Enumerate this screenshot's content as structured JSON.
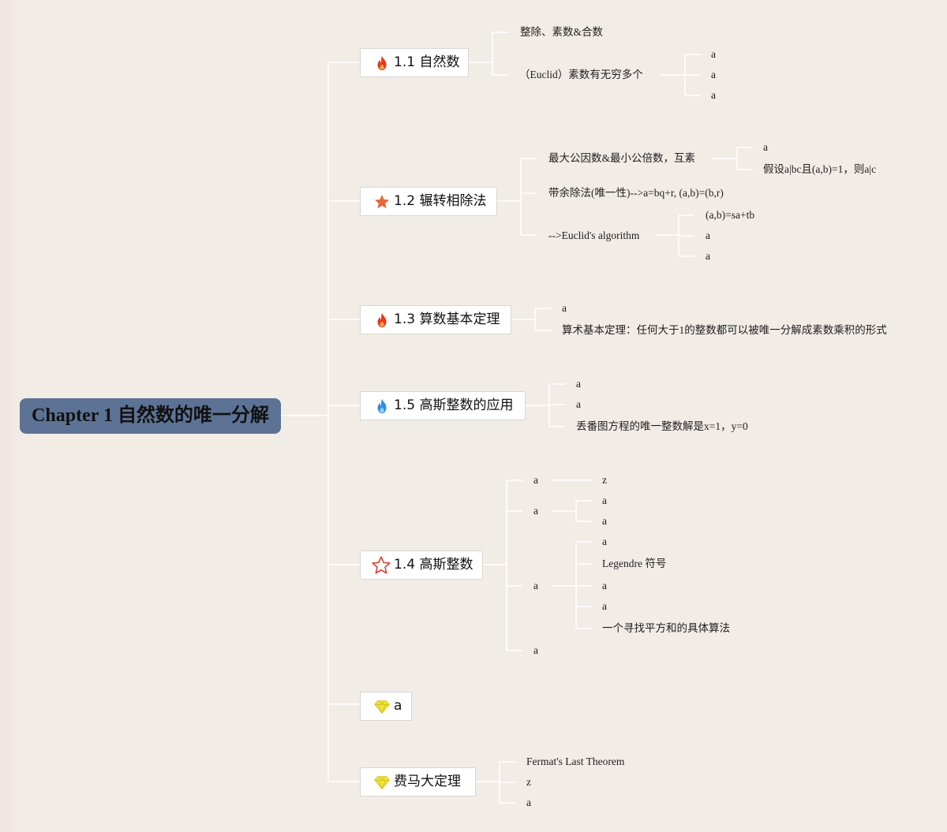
{
  "root": {
    "title": "Chapter 1 自然数的唯一分解"
  },
  "topics": {
    "t11": {
      "title": "1.1 自然数",
      "icon": "fire-icon"
    },
    "t12": {
      "title": "1.2 辗转相除法",
      "icon": "star-icon"
    },
    "t13": {
      "title": "1.3 算数基本定理",
      "icon": "fire-icon"
    },
    "t15": {
      "title": "1.5 高斯整数的应用",
      "icon": "water-drop-icon"
    },
    "t14": {
      "title": "1.4 高斯整数",
      "icon": "star-outline-icon"
    },
    "ta": {
      "title": "a",
      "icon": "diamond-icon"
    },
    "tf": {
      "title": "费马大定理",
      "icon": "diamond-icon"
    }
  },
  "t11_children": {
    "c1": "整除、素数&合数",
    "c2": "（Euclid）素数有无穷多个",
    "c2_children": [
      "a",
      "a",
      "a"
    ]
  },
  "t12_children": {
    "c1": "最大公因数&最小公倍数，互素",
    "c1_children": [
      "a",
      "假设a|bc且(a,b)=1，则a|c"
    ],
    "c2": "带余除法(唯一性)-->a=bq+r, (a,b)=(b,r)",
    "c3": "-->Euclid's algorithm",
    "c3_children": [
      "(a,b)=sa+tb",
      "a",
      "a"
    ]
  },
  "t13_children": {
    "c1": "a",
    "c2": "算术基本定理：任何大于1的整数都可以被唯一分解成素数乘积的形式"
  },
  "t15_children": {
    "c1": "a",
    "c2": "a",
    "c3": "丢番图方程的唯一整数解是x=1，y=0"
  },
  "t14_children": {
    "c1": "a",
    "c1_children": [
      "z"
    ],
    "c2": "a",
    "c2_children": [
      "a",
      "a"
    ],
    "c3": "a",
    "c3_children": [
      "a",
      "Legendre 符号",
      "a",
      "a",
      "一个寻找平方和的具体算法"
    ],
    "c4": "a"
  },
  "tf_children": {
    "c1": "Fermat's Last Theorem",
    "c2": "z",
    "c3": "a"
  },
  "colors": {
    "root_fill": "#5d7395",
    "background": "#f1ece6",
    "line": "#ffffff",
    "fire": "#e8381c",
    "star": "#e4693c",
    "drop": "#2d8ce8",
    "diamond": "#f2e43a"
  }
}
